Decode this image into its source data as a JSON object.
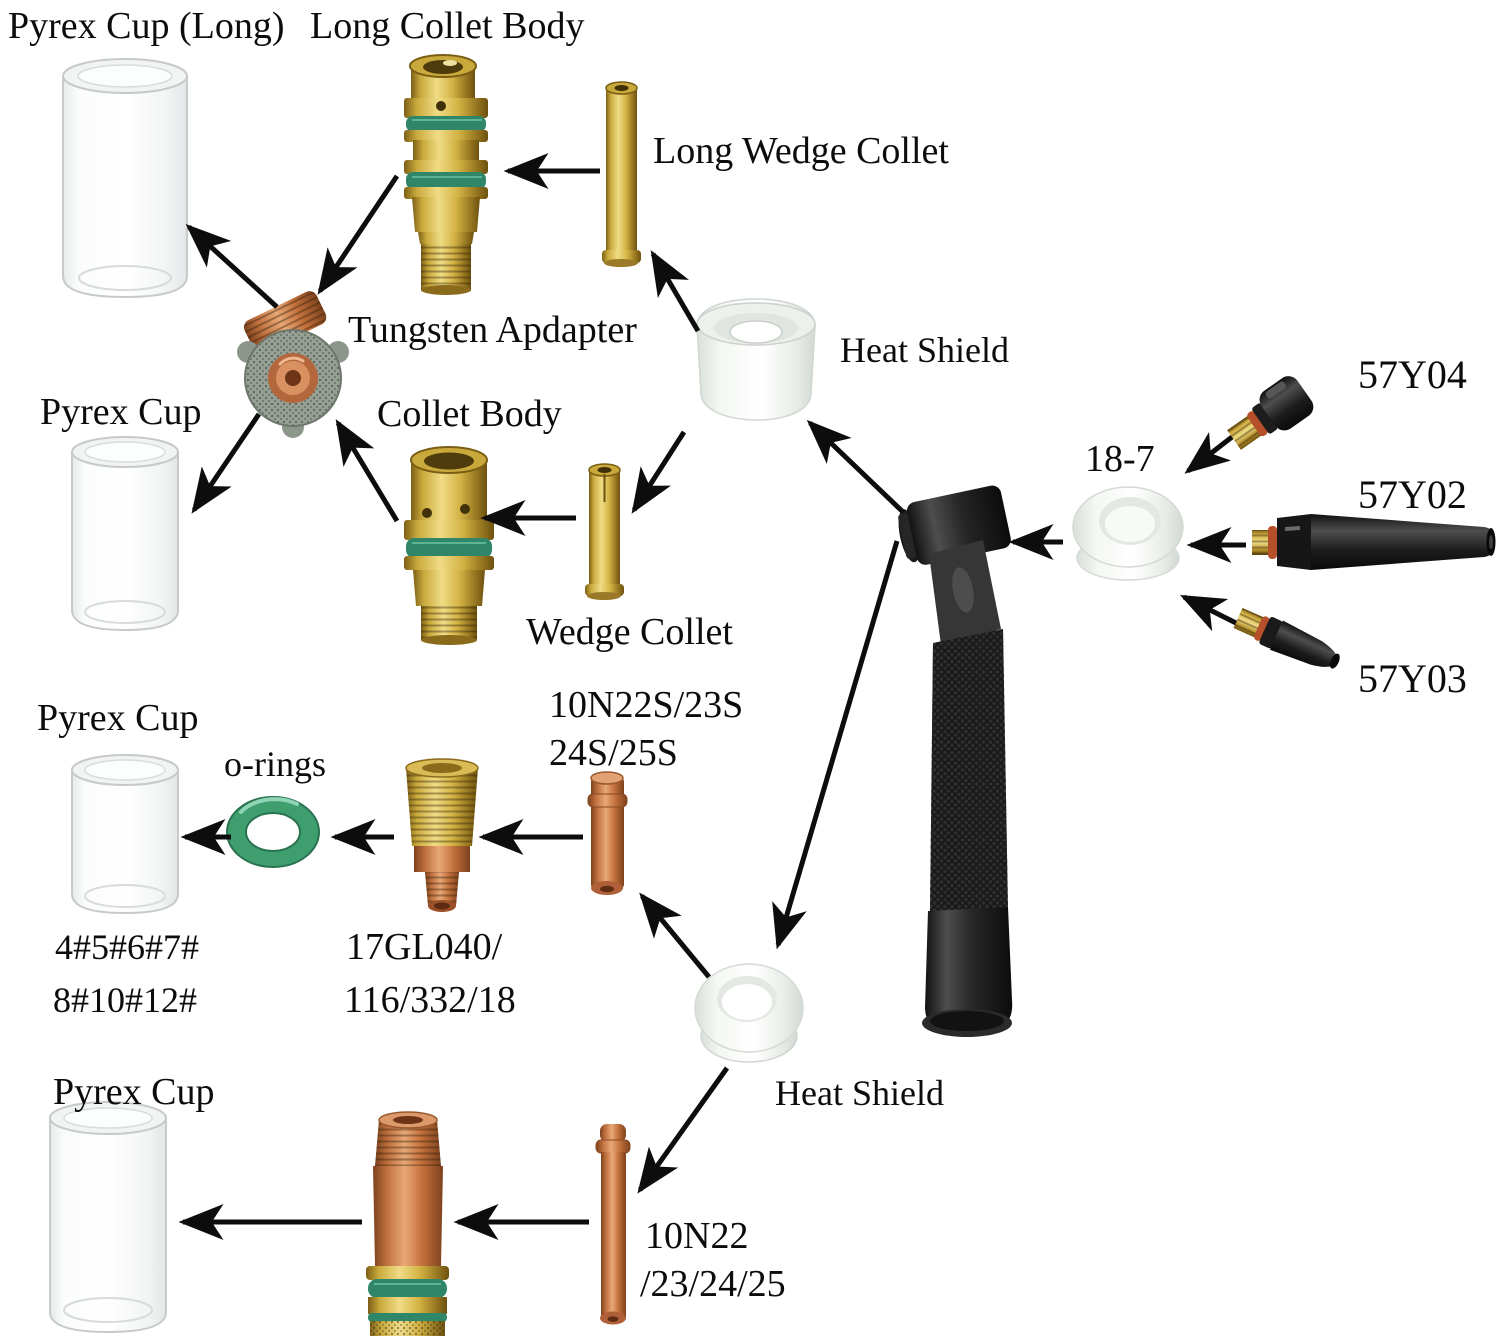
{
  "page": {
    "background": "#ffffff"
  },
  "colors": {
    "arrow": "#0d0d0d",
    "text": "#0c0c0c",
    "brass": "#cfae45",
    "copper": "#c67c4e",
    "cup_oring_green": "#3f9e6e",
    "collet_oring_green": "#2f8668",
    "backcap_oring_orange": "#b5502b",
    "white_plastic": "#f2f4f1",
    "torch_black": "#2d2d2d",
    "glass_edge": "#c9cdcc"
  },
  "labels": {
    "pyrex_cup_long": "Pyrex Cup (Long)",
    "long_collet_body": "Long Collet Body",
    "long_wedge_collet": "Long Wedge Collet",
    "tungsten_adapter": "Tungsten Apdapter",
    "heat_shield_top": "Heat Shield",
    "pyrex_cup_2": "Pyrex Cup",
    "collet_body": "Collet Body",
    "wedge_collet": "Wedge Collet",
    "part_18_7": "18-7",
    "part_57y04": "57Y04",
    "part_57y02": "57Y02",
    "part_57y03": "57Y03",
    "pyrex_cup_3": "Pyrex Cup",
    "o_rings": "o-rings",
    "stubby_collet_line1": "10N22S/23S",
    "stubby_collet_line2": "24S/25S",
    "cup_sizes_line1": "4#5#6#7#",
    "cup_sizes_line2": "8#10#12#",
    "gas_lens_line1": "17GL040/",
    "gas_lens_line2": "116/332/18",
    "heat_shield_bottom": "Heat Shield",
    "pyrex_cup_4": "Pyrex Cup",
    "collet_sizes_line1": "10N22",
    "collet_sizes_line2": "/23/24/25"
  },
  "connections": [
    {
      "from": "long-wedge-collet",
      "to": "long-collet-body"
    },
    {
      "from": "long-collet-body",
      "to": "tungsten-adapter"
    },
    {
      "from": "tungsten-adapter",
      "to": "pyrex-cup-long"
    },
    {
      "from": "tungsten-adapter",
      "to": "pyrex-cup-2"
    },
    {
      "from": "collet-body",
      "to": "tungsten-adapter"
    },
    {
      "from": "wedge-collet",
      "to": "collet-body"
    },
    {
      "from": "heat-shield-top",
      "to": "long-wedge-collet"
    },
    {
      "from": "heat-shield-top",
      "to": "wedge-collet"
    },
    {
      "from": "tig-torch",
      "to": "heat-shield-top"
    },
    {
      "from": "tig-torch",
      "to": "heat-shield-bottom"
    },
    {
      "from": "part-57y04",
      "to": "part-18-7"
    },
    {
      "from": "part-57y02",
      "to": "part-18-7"
    },
    {
      "from": "part-57y03",
      "to": "part-18-7"
    },
    {
      "from": "part-18-7",
      "to": "tig-torch"
    },
    {
      "from": "heat-shield-bottom",
      "to": "stubby-collet-10n22s"
    },
    {
      "from": "heat-shield-bottom",
      "to": "collet-10n22"
    },
    {
      "from": "stubby-collet-10n22s",
      "to": "gas-lens-17gl040"
    },
    {
      "from": "gas-lens-17gl040",
      "to": "o-ring"
    },
    {
      "from": "o-ring",
      "to": "pyrex-cup-3"
    },
    {
      "from": "collet-10n22",
      "to": "collet-body-bottom"
    },
    {
      "from": "collet-body-bottom",
      "to": "pyrex-cup-4"
    }
  ]
}
